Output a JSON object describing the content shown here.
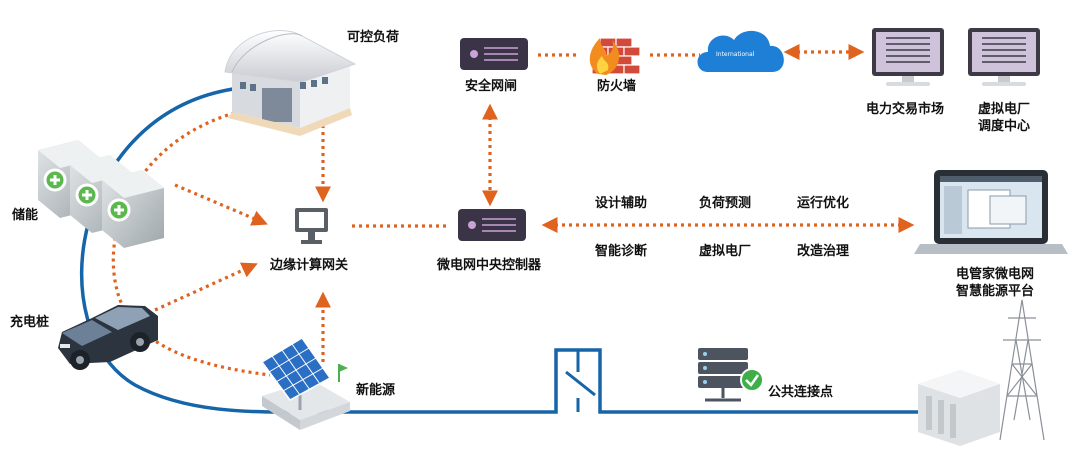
{
  "nodes": {
    "controllable_load": "可控负荷",
    "storage": "储能",
    "edge_gateway": "边缘计算网关",
    "charging_pile": "充电桩",
    "new_energy": "新能源",
    "security_gateway": "安全网闸",
    "firewall": "防火墙",
    "cloud_text": "International",
    "power_market": "电力交易市场",
    "vpp_dispatch_line1": "虚拟电厂",
    "vpp_dispatch_line2": "调度中心",
    "central_controller": "微电网中央控制器",
    "pcc": "公共连接点",
    "platform_line1": "电管家微电网",
    "platform_line2": "智慧能源平台"
  },
  "functions": {
    "top": [
      "设计辅助",
      "负荷预测",
      "运行优化"
    ],
    "bottom": [
      "智能诊断",
      "虚拟电厂",
      "改造治理"
    ]
  },
  "colors": {
    "bus_line": "#1565a8",
    "dotted_link": "#e0621f",
    "server_dark": "#3b3447",
    "monitor_screen": "#cfc3dc"
  }
}
